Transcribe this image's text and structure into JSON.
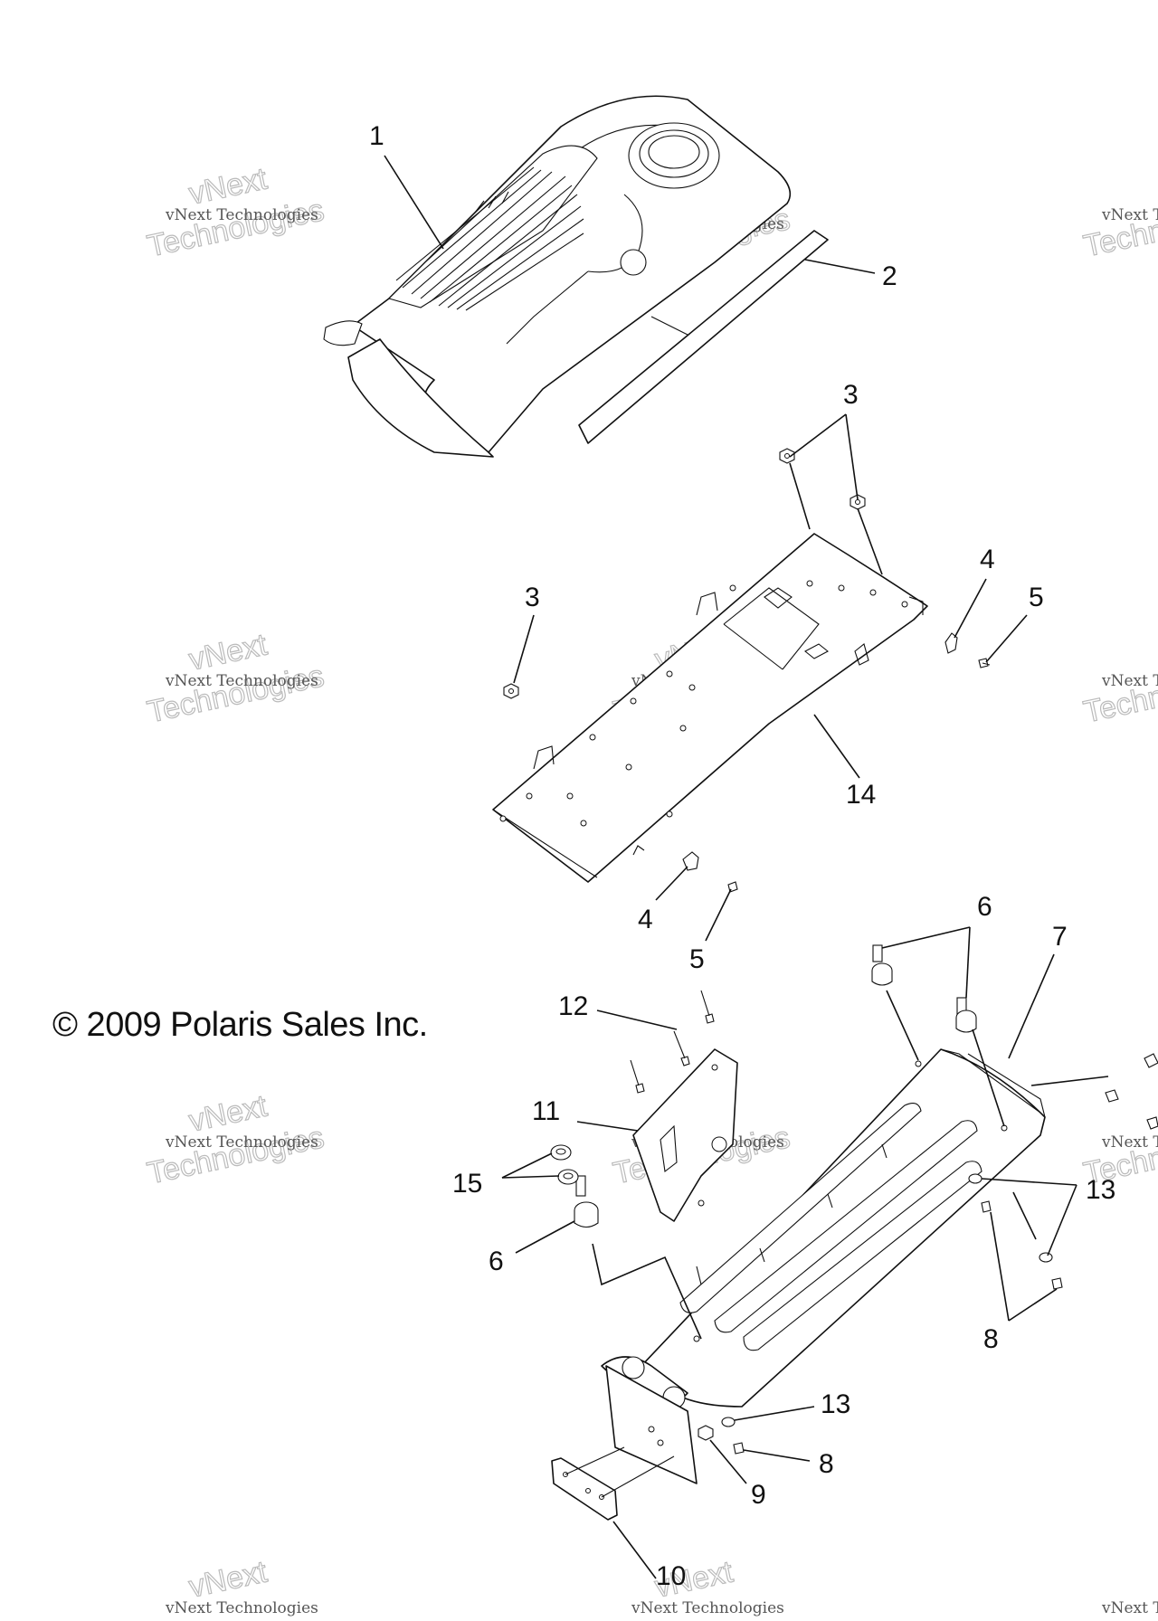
{
  "diagram": {
    "copyright": "© 2009 Polaris Sales Inc.",
    "watermark": {
      "line1": "vNext Technologies",
      "line2": "Technologies",
      "mark": "vNext"
    },
    "callouts": [
      {
        "id": "c1",
        "label": "1"
      },
      {
        "id": "c2",
        "label": "2"
      },
      {
        "id": "c3a",
        "label": "3"
      },
      {
        "id": "c3b",
        "label": "3"
      },
      {
        "id": "c4a",
        "label": "4"
      },
      {
        "id": "c5a",
        "label": "5"
      },
      {
        "id": "c14",
        "label": "14"
      },
      {
        "id": "c4b",
        "label": "4"
      },
      {
        "id": "c5b",
        "label": "5"
      },
      {
        "id": "c6a",
        "label": "6"
      },
      {
        "id": "c7",
        "label": "7"
      },
      {
        "id": "c12",
        "label": "12"
      },
      {
        "id": "c11",
        "label": "11"
      },
      {
        "id": "c15",
        "label": "15"
      },
      {
        "id": "c6b",
        "label": "6"
      },
      {
        "id": "c13a",
        "label": "13"
      },
      {
        "id": "c8a",
        "label": "8"
      },
      {
        "id": "c13b",
        "label": "13"
      },
      {
        "id": "c8b",
        "label": "8"
      },
      {
        "id": "c9",
        "label": "9"
      },
      {
        "id": "c10",
        "label": "10"
      }
    ]
  }
}
